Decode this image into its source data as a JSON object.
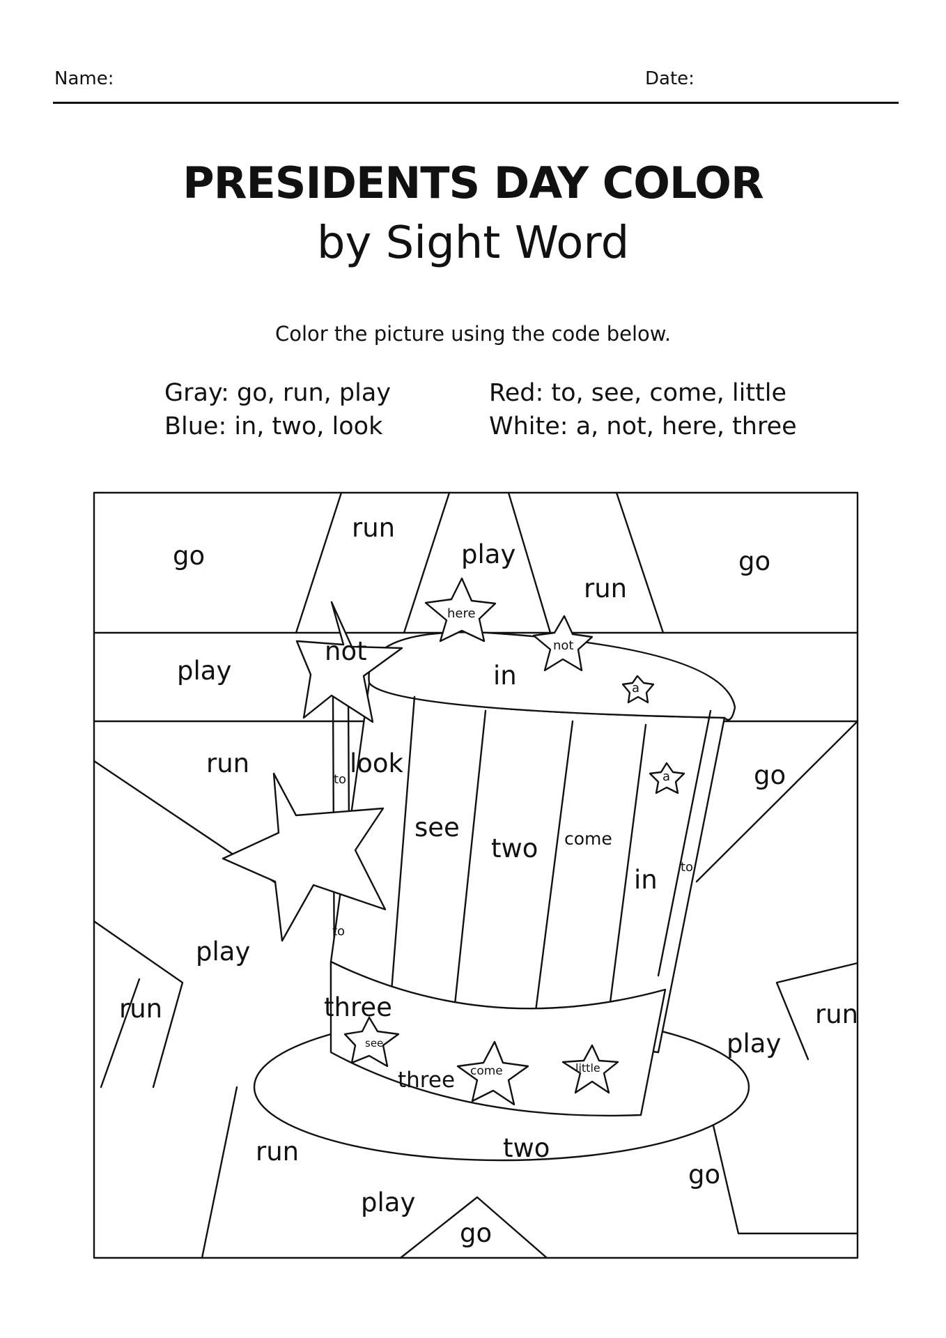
{
  "header": {
    "name_label": "Name:",
    "date_label": "Date:"
  },
  "title": "PRESIDENTS DAY COLOR",
  "subtitle": "by Sight Word",
  "instruction": "Color the picture using the code below.",
  "legend": {
    "gray": "Gray: go, run, play",
    "red": "Red: to, see, come, little",
    "blue": "Blue: in, two, look",
    "white": "White: a, not, here, three"
  },
  "words": {
    "bg_go_1": "go",
    "bg_run_1": "run",
    "bg_play_1": "play",
    "bg_run_2": "run",
    "bg_go_2": "go",
    "bg_play_2": "play",
    "bg_run_3": "run",
    "bg_go_3": "go",
    "bg_play_3": "play",
    "bg_run_4": "run",
    "bg_run_5": "run",
    "bg_play_4": "play",
    "bg_run_6": "run",
    "bg_play_5": "play",
    "bg_go_4": "go",
    "bg_go_5": "go",
    "hat_in_top": "in",
    "hat_look": "look",
    "hat_see": "see",
    "hat_two_1": "two",
    "hat_come_1": "come",
    "hat_in_2": "in",
    "hat_two_brim": "two",
    "band_three": "three",
    "pole_to_1": "to",
    "pole_to_2": "to",
    "side_to": "to",
    "star_not_big": "not",
    "star_here": "here",
    "star_not_small": "not",
    "star_a_1": "a",
    "star_a_2": "a",
    "star_three": "three",
    "star_see": "see",
    "star_come": "come",
    "star_little": "little"
  }
}
